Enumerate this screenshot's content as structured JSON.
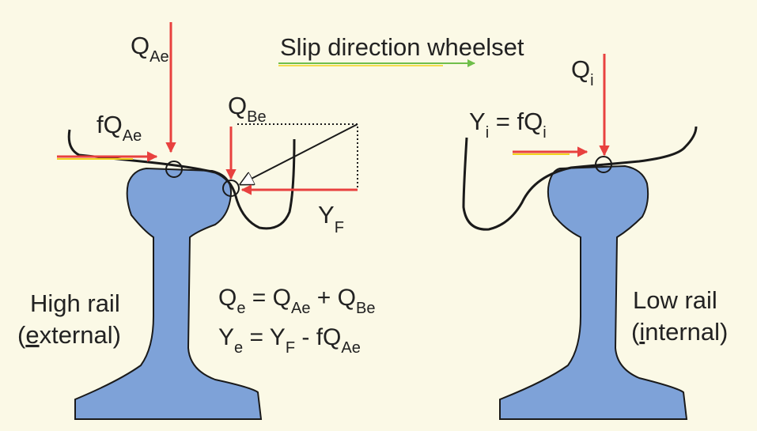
{
  "colors": {
    "background": "#fbf9e6",
    "rail_fill": "#7ea2d8",
    "rail_stroke": "#1a1a1a",
    "force_arrow": "#e8413f",
    "slip_arrow": "#6fbf4a",
    "yellow_ground": "#f2d21c"
  },
  "title": {
    "text": "Slip direction wheelset"
  },
  "forces": {
    "q_ae": {
      "main": "Q",
      "sub": "Ae"
    },
    "fq_ae": {
      "main": "fQ",
      "sub": "Ae"
    },
    "q_be": {
      "main": "Q",
      "sub": "Be"
    },
    "y_f": {
      "main": "Y",
      "sub": "F"
    },
    "q_i": {
      "main": "Q",
      "sub": "i"
    },
    "y_i_eq": {
      "y": "Y",
      "ysub": "i",
      "mid": " = fQ",
      "qsub": "i"
    }
  },
  "equations": {
    "qe": {
      "lhs": "Q",
      "lhs_sub": "e",
      "op1": " = Q",
      "sub1": "Ae",
      "op2": " + Q",
      "sub2": "Be"
    },
    "ye": {
      "lhs": "Y",
      "lhs_sub": "e",
      "op1": " = Y",
      "sub1": "F",
      "op2": " - fQ",
      "sub2": "Ae"
    }
  },
  "rails": {
    "high": {
      "line1": "High rail",
      "line2_underlined": "e",
      "line2_rest": "xternal)",
      "line2_open": "("
    },
    "low": {
      "line1": "Low rail",
      "line2_open": "(",
      "line2_underlined": "i",
      "line2_rest": "nternal)"
    }
  }
}
